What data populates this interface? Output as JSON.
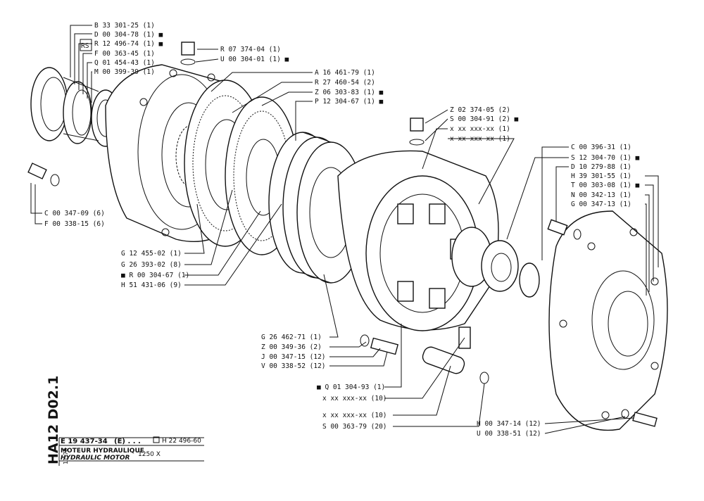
{
  "title_block": {
    "doc_code": "HA12 D02.1",
    "date": "11-76",
    "drawing_number": "E 19 437-34",
    "drawing_revision": "(E) . . .",
    "ref_box": "H 22 496-60",
    "title_fr": "MOTEUR HYDRAULIQUE",
    "title_en": "HYDRAULIC MOTOR",
    "model": "1250 X"
  },
  "parts_left": [
    "B 33 301-25 (1)",
    "D 00 304-78 (1) ■",
    "R 12 496-74 (1) ■",
    "F 00 363-45 (1)",
    "Q 01 454-43 (1)",
    "M 00 399-39 (1)"
  ],
  "parts_top_center": [
    "R 07 374-04 (1)",
    "U 00 304-01 (1) ■"
  ],
  "parts_top_right": [
    "A 16 461-79 (1)",
    "R 27 460-54 (2)",
    "Z 06 303-83 (1) ■",
    "P 12 304-67 (1) ■"
  ],
  "parts_mid_top": [
    "Z 02 374-05 (2)",
    "S 00 304-91 (2) ■",
    "x xx xxx-xx (1)",
    "x xx xxx-xx (1)"
  ],
  "parts_right": [
    "C 00 396-31 (1)",
    "S 12 304-70 (1) ■",
    "D 10 279-88 (1)",
    "H 39 301-55 (1)",
    "T 00 303-08 (1) ■",
    "N 00 342-13 (1)",
    "G 00 347-13 (1)"
  ],
  "parts_left_mid": [
    "C 00 347-09 (6)",
    "F 00 338-15 (6)"
  ],
  "parts_center_left": [
    "G 12 455-02 (1)",
    "G 26 393-02 (8)",
    "■ R 00 304-67 (1)",
    "H 51 431-06 (9)"
  ],
  "parts_center_bottom": [
    "G 26 462-71 (1)",
    "Z 00 349-36 (2)",
    "J 00 347-15 (12)",
    "V 00 338-52 (12)"
  ],
  "parts_bottom": [
    "■ Q 01 304-93 (1)",
    "x xx xxx-xx (10)",
    "x xx xxx-xx (10)",
    "S 00 363-79 (20)"
  ],
  "parts_bottom_right": [
    "H 00 347-14 (12)",
    "U 00 338-51 (12)"
  ],
  "marker": "RS"
}
